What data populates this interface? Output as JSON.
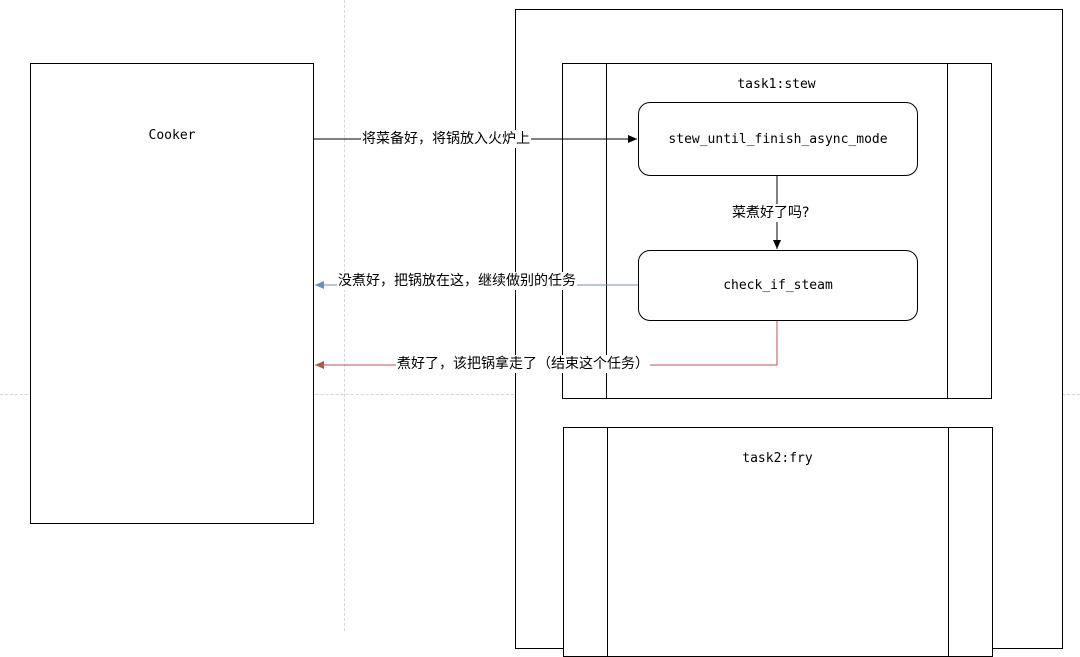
{
  "cooker": {
    "label": "Cooker"
  },
  "tasks": [
    {
      "title": "task1:stew",
      "nodes": [
        "stew_until_finish_async_mode",
        "check_if_steam"
      ]
    },
    {
      "title": "task2:fry"
    }
  ],
  "edges": {
    "put_on_stove": "将菜备好，将锅放入火炉上",
    "is_done_question": "菜煮好了吗?",
    "not_done": "没煮好，把锅放在这，继续做别的任务",
    "done": "煮好了，该把锅拿走了（结束这个任务）"
  },
  "colors": {
    "line": "#000000",
    "not_done_edge": "#6c8ebf",
    "done_edge": "#b85450",
    "guide": "#d6d6d6"
  }
}
